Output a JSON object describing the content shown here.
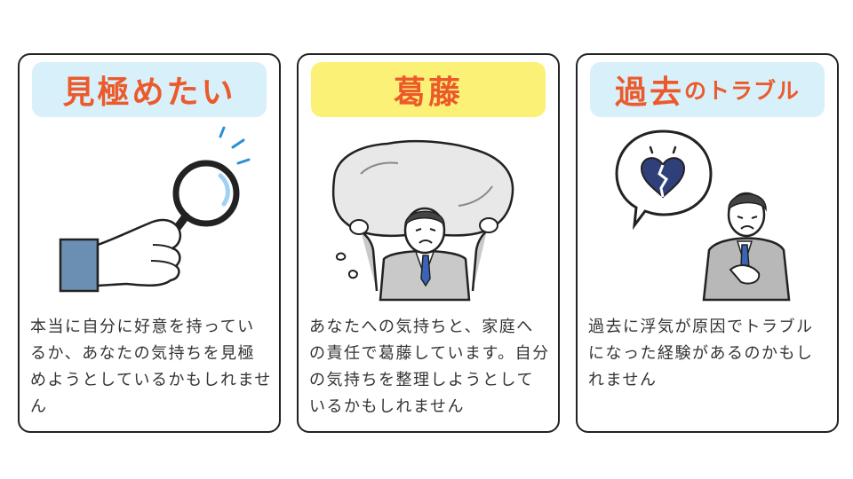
{
  "cards": [
    {
      "title": "見極めたい",
      "title_suffix": "",
      "description": "本当に自分に好意を持っているか、あなたの気持ちを見極めようとしているかもしれません",
      "icon": "magnifying-glass-hand"
    },
    {
      "title": "葛藤",
      "title_suffix": "",
      "description": "あなたへの気持ちと、家庭への責任で葛藤しています。自分の気持ちを整理しようとしているかもしれません",
      "icon": "man-carrying-boulder"
    },
    {
      "title": "過去",
      "title_suffix": "のトラブル",
      "description": "過去に浮気が原因でトラブルになった経験があるのかもしれません",
      "icon": "sad-man-broken-heart"
    }
  ],
  "colors": {
    "title_text": "#ec5a2c",
    "title_bg_blue": "#d7f0fa",
    "title_bg_yellow": "#fbf176",
    "card_border": "#222222"
  }
}
